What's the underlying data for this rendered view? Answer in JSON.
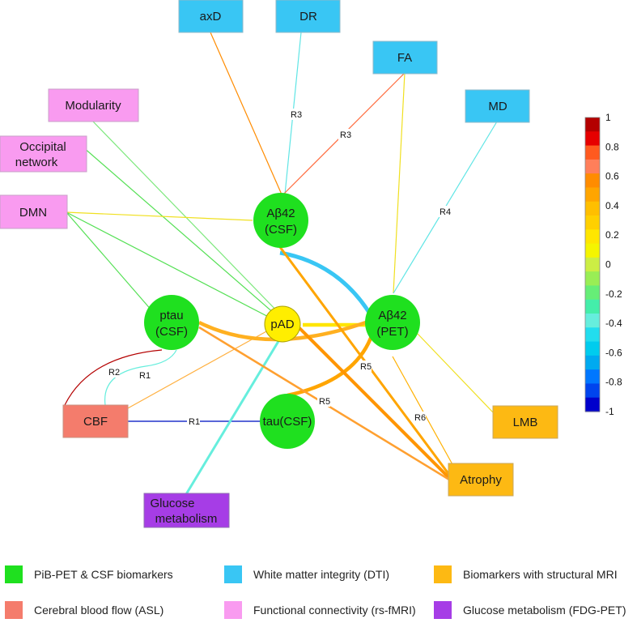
{
  "nodes": {
    "abeta_csf": [
      "Aβ42",
      "(CSF)"
    ],
    "abeta_pet": [
      "Aβ42",
      "(PET)"
    ],
    "ptau": [
      "ptau",
      "(CSF)"
    ],
    "pad": [
      "pAD"
    ],
    "tau": [
      "tau(CSF)"
    ],
    "axd": [
      "axD"
    ],
    "dr": [
      "DR"
    ],
    "fa": [
      "FA"
    ],
    "md": [
      "MD"
    ],
    "modularity": [
      "Modularity"
    ],
    "occipital": [
      "Occipital",
      "network"
    ],
    "dmn": [
      "DMN"
    ],
    "cbf": [
      "CBF"
    ],
    "lmb": [
      "LMB"
    ],
    "atrophy": [
      "Atrophy"
    ],
    "glucose": [
      "Glucose",
      "metabolism"
    ]
  },
  "edge_labels": {
    "r3_dr": "R3",
    "r3_fa": "R3",
    "r4_md": "R4",
    "r2": "R2",
    "r1_ptau": "R1",
    "r1_tau": "R1",
    "r5_a": "R5",
    "r5_b": "R5",
    "r6": "R6"
  },
  "colorbar": {
    "ticks": [
      "1",
      "0.8",
      "0.6",
      "0.4",
      "0.2",
      "0",
      "-0.2",
      "-0.4",
      "-0.6",
      "-0.8",
      "-1"
    ],
    "colors": [
      "#b40000",
      "#e60000",
      "#ff5a1f",
      "#ff7f5a",
      "#ff8c00",
      "#ffa500",
      "#ffbf00",
      "#ffd000",
      "#ffe600",
      "#f5f500",
      "#ccee44",
      "#99ee55",
      "#66ee77",
      "#44eeaa",
      "#66eedd",
      "#22ddee",
      "#00ccee",
      "#00aaf0",
      "#0077ff",
      "#0044ee",
      "#0000cc"
    ]
  },
  "legend": [
    {
      "label": "PiB-PET & CSF biomarkers",
      "color": "#1fe01f"
    },
    {
      "label": "White matter integrity (DTI)",
      "color": "#39c6f4"
    },
    {
      "label": "Biomarkers with structural MRI",
      "color": "#fdb913"
    },
    {
      "label": "Cerebral blood flow (ASL)",
      "color": "#f47c6c"
    },
    {
      "label": "Functional connectivity (rs-fMRI)",
      "color": "#f99bf0"
    },
    {
      "label": "Glucose metabolism (FDG-PET)",
      "color": "#a63de6"
    }
  ]
}
